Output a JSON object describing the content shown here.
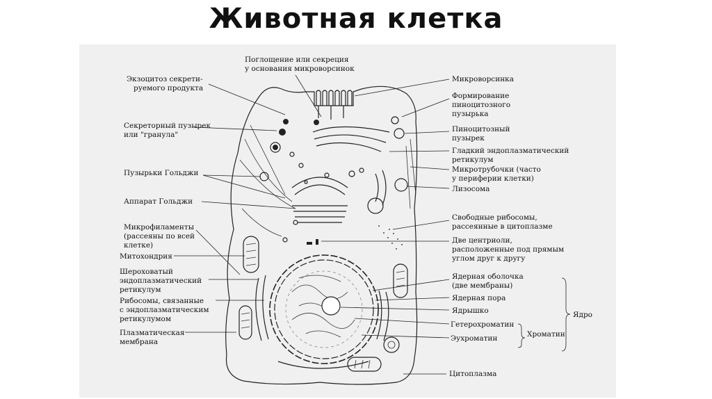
{
  "title": "Животная клетка",
  "labels": {
    "absorption": [
      "Поглощение или секреция",
      "у основания микроворсинок"
    ],
    "exocytosis": [
      "Экзоцитоз секрети-",
      "руемого продукта"
    ],
    "secretory_vesicle": [
      "Секреторный пузырек",
      "или \"гранула\""
    ],
    "golgi_vesicles": "Пузырьки Гольджи",
    "golgi": "Аппарат Гольджи",
    "microfilaments": [
      "Микрофиламенты",
      "(рассеяны по всей",
      "клетке)"
    ],
    "mitochondrion": "Митохондрия",
    "rough_er": [
      "Шероховатый",
      "эндоплазматический",
      "ретикулум"
    ],
    "bound_ribosomes": [
      "Рибосомы, связанные",
      "с эндоплазматическим",
      "ретикулумом"
    ],
    "plasma_membrane": [
      "Плазматическая",
      "мембрана"
    ],
    "microvillus": "Микроворсинка",
    "pinocytotic_forming": [
      "Формирование",
      "пиноцитозного",
      "пузырька"
    ],
    "pinocytotic_vesicle": [
      "Пиноцитозный",
      "пузырек"
    ],
    "smooth_er": [
      "Гладкий эндоплазматический",
      "ретикулум"
    ],
    "microtubules": [
      "Микротрубочки (часто",
      "у периферии клетки)"
    ],
    "lysosome": "Лизосома",
    "free_ribosomes": [
      "Свободные рибосомы,",
      "рассеянные в цитоплазме"
    ],
    "centrioles": [
      "Две центриоли,",
      "расположенные под прямым",
      "углом друг к другу"
    ],
    "nuclear_envelope": [
      "Ядерная оболочка",
      "(две мембраны)"
    ],
    "nuclear_pore": "Ядерная пора",
    "nucleolus": "Ядрышко",
    "heterochromatin": "Гетерохроматин",
    "euchromatin": "Эухроматин",
    "chromatin": "Хроматин",
    "nucleus": "Ядро",
    "cytoplasm": "Цитоплазма"
  }
}
